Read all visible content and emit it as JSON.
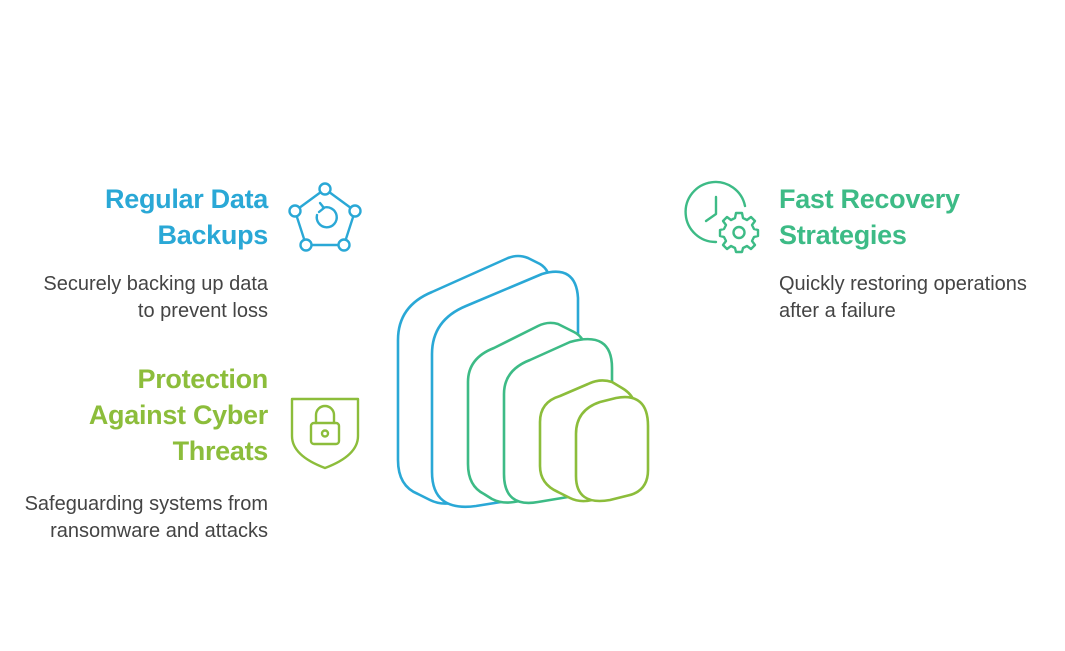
{
  "colors": {
    "blue": "#2aa8d6",
    "teal": "#3dbb86",
    "green": "#8cbd3b"
  },
  "items": [
    {
      "title": "Regular Data Backups",
      "description": "Securely backing up data to prevent loss",
      "icon": "network-refresh-icon",
      "color": "#2aa8d6"
    },
    {
      "title": "Protection Against Cyber Threats",
      "description": "Safeguarding systems from ransomware and attacks",
      "icon": "shield-lock-icon",
      "color": "#8cbd3b"
    },
    {
      "title": "Fast Recovery Strategies",
      "description": "Quickly restoring operations after a failure",
      "icon": "clock-gear-icon",
      "color": "#3dbb86"
    }
  ]
}
